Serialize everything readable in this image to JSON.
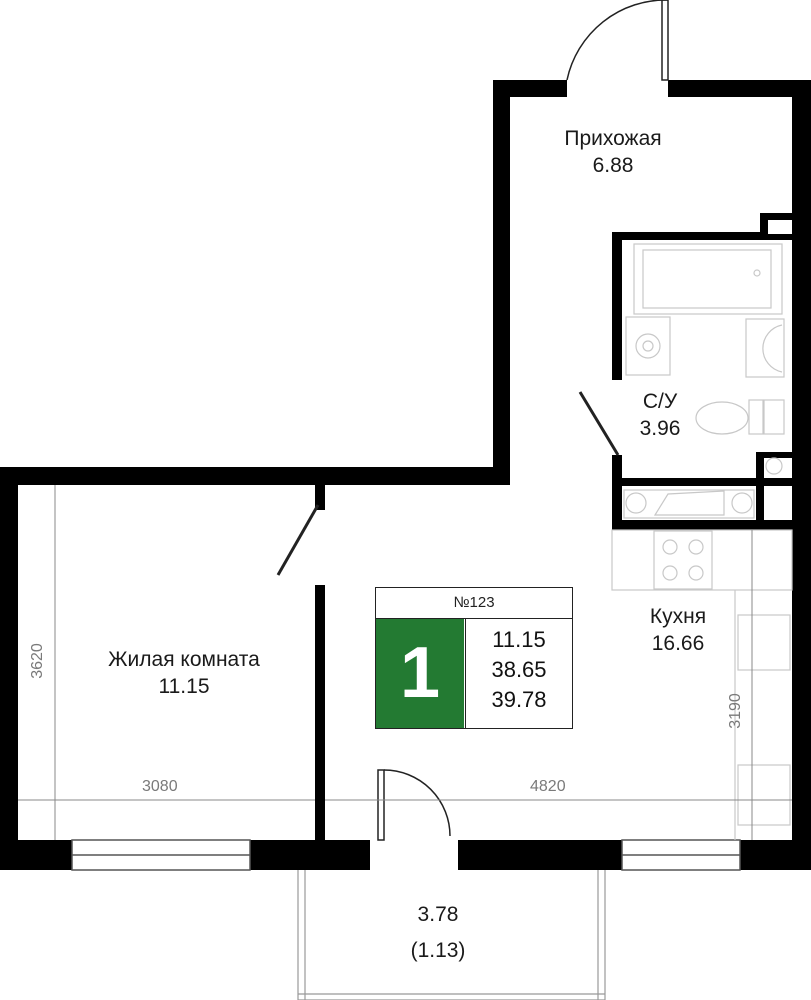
{
  "apartment": {
    "number": "№123",
    "rooms": "1",
    "living_area": "11.15",
    "total_area": "38.65",
    "total_with_balcony": "39.78"
  },
  "rooms": [
    {
      "name": "Прихожая",
      "area": "6.88"
    },
    {
      "name": "С/У",
      "area": "3.96"
    },
    {
      "name": "Кухня",
      "area": "16.66"
    },
    {
      "name": "Жилая комната",
      "area": "11.15"
    },
    {
      "name": "3.78",
      "area": "(1.13)"
    }
  ],
  "dimensions": {
    "living_height": "3620",
    "living_width": "3080",
    "kitchen_width": "4820",
    "kitchen_height": "3190"
  },
  "colors": {
    "wall": "#000000",
    "badge": "#237a32",
    "fixture": "#c8c8c8"
  }
}
